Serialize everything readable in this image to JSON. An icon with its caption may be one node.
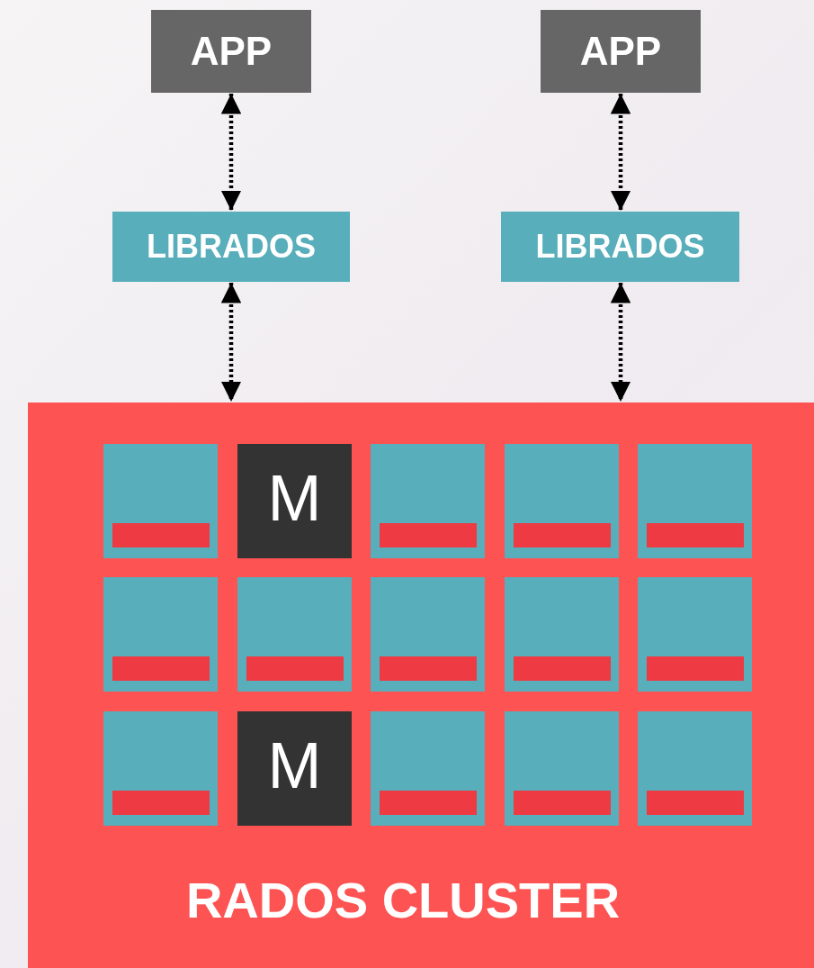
{
  "diagram": {
    "nodes": [
      {
        "text": [
          "APP"
        ]
      },
      {
        "text": [
          "APP"
        ]
      },
      {
        "text": [
          "LIBRADOS"
        ]
      },
      {
        "text": [
          "LIBRADOS"
        ]
      },
      {
        "text": [
          "RADOS CLUSTER"
        ]
      },
      {
        "text": [],
        "shape": "box",
        "in": 4
      },
      {
        "text": [
          "M"
        ],
        "in": 4
      },
      {
        "text": [],
        "shape": "box",
        "in": 4
      },
      {
        "text": [],
        "shape": "box",
        "in": 4
      },
      {
        "text": [],
        "shape": "box",
        "in": 4
      },
      {
        "text": [],
        "shape": "box",
        "in": 4
      },
      {
        "text": [],
        "shape": "box",
        "in": 4
      },
      {
        "text": [],
        "shape": "box",
        "in": 4
      },
      {
        "text": [],
        "shape": "box",
        "in": 4
      },
      {
        "text": [],
        "shape": "box",
        "in": 4
      },
      {
        "text": [],
        "shape": "box",
        "in": 4
      },
      {
        "text": [
          "M"
        ],
        "in": 4
      },
      {
        "text": [],
        "shape": "box",
        "in": 4
      },
      {
        "text": [],
        "shape": "box",
        "in": 4
      },
      {
        "text": [],
        "shape": "box",
        "in": 4
      }
    ],
    "edges": [
      {
        "from": 0,
        "to": 2,
        "arrow": "both",
        "style": "dashed"
      },
      {
        "from": 1,
        "to": 3,
        "arrow": "both",
        "style": "dashed"
      },
      {
        "from": 2,
        "to": 4,
        "arrow": "both",
        "style": "dashed"
      },
      {
        "from": 3,
        "to": 4,
        "arrow": "both",
        "style": "dashed"
      }
    ]
  }
}
